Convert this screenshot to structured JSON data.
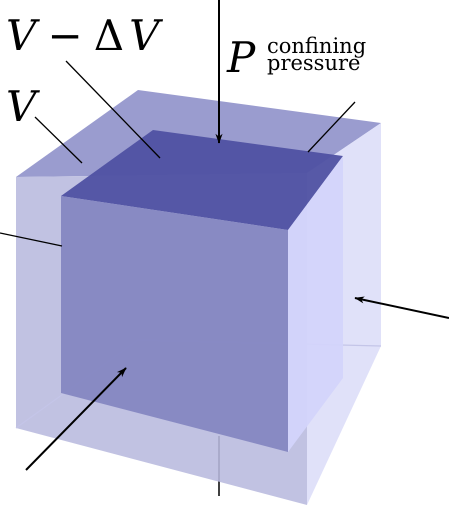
{
  "labels": {
    "compressed_volume": {
      "prefix": "V",
      "operator": "−",
      "delta": "Δ",
      "variable": "V"
    },
    "original_volume": "V",
    "pressure_symbol": "P",
    "pressure_caption_line1": "confining",
    "pressure_caption_line2": "pressure"
  },
  "colors": {
    "outer_cube_front": "#b8b9de",
    "outer_cube_top": "#8c8ec8",
    "outer_cube_right": "#dcddf8",
    "inner_cube_front": "#8688c2",
    "inner_cube_top": "#4f51a2",
    "inner_cube_right": "#d3d4fb",
    "lines": "#000000"
  }
}
